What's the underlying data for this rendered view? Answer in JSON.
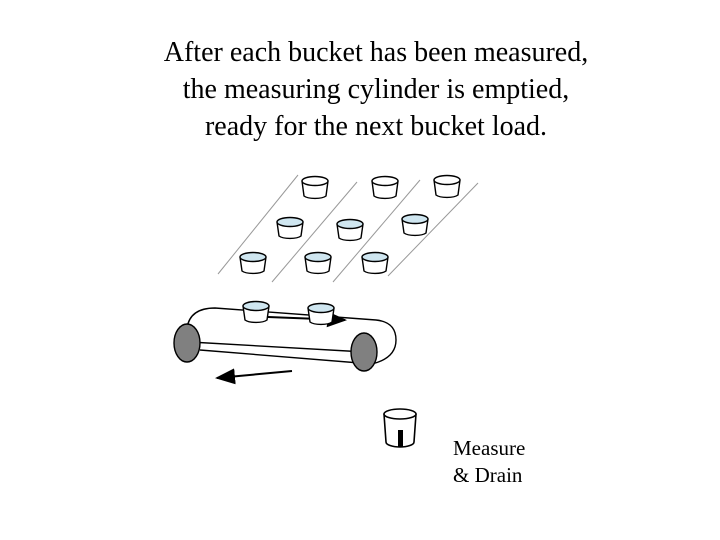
{
  "caption": {
    "line1": "After each bucket has been measured,",
    "line2": "the measuring cylinder is emptied,",
    "line3": "ready for the next bucket load."
  },
  "measure_label": {
    "line1": "Measure",
    "line2": "& Drain"
  },
  "colors": {
    "water": "#cfe6f0",
    "roller": "#808080",
    "stroke": "#000000",
    "guide_line": "#999999"
  }
}
